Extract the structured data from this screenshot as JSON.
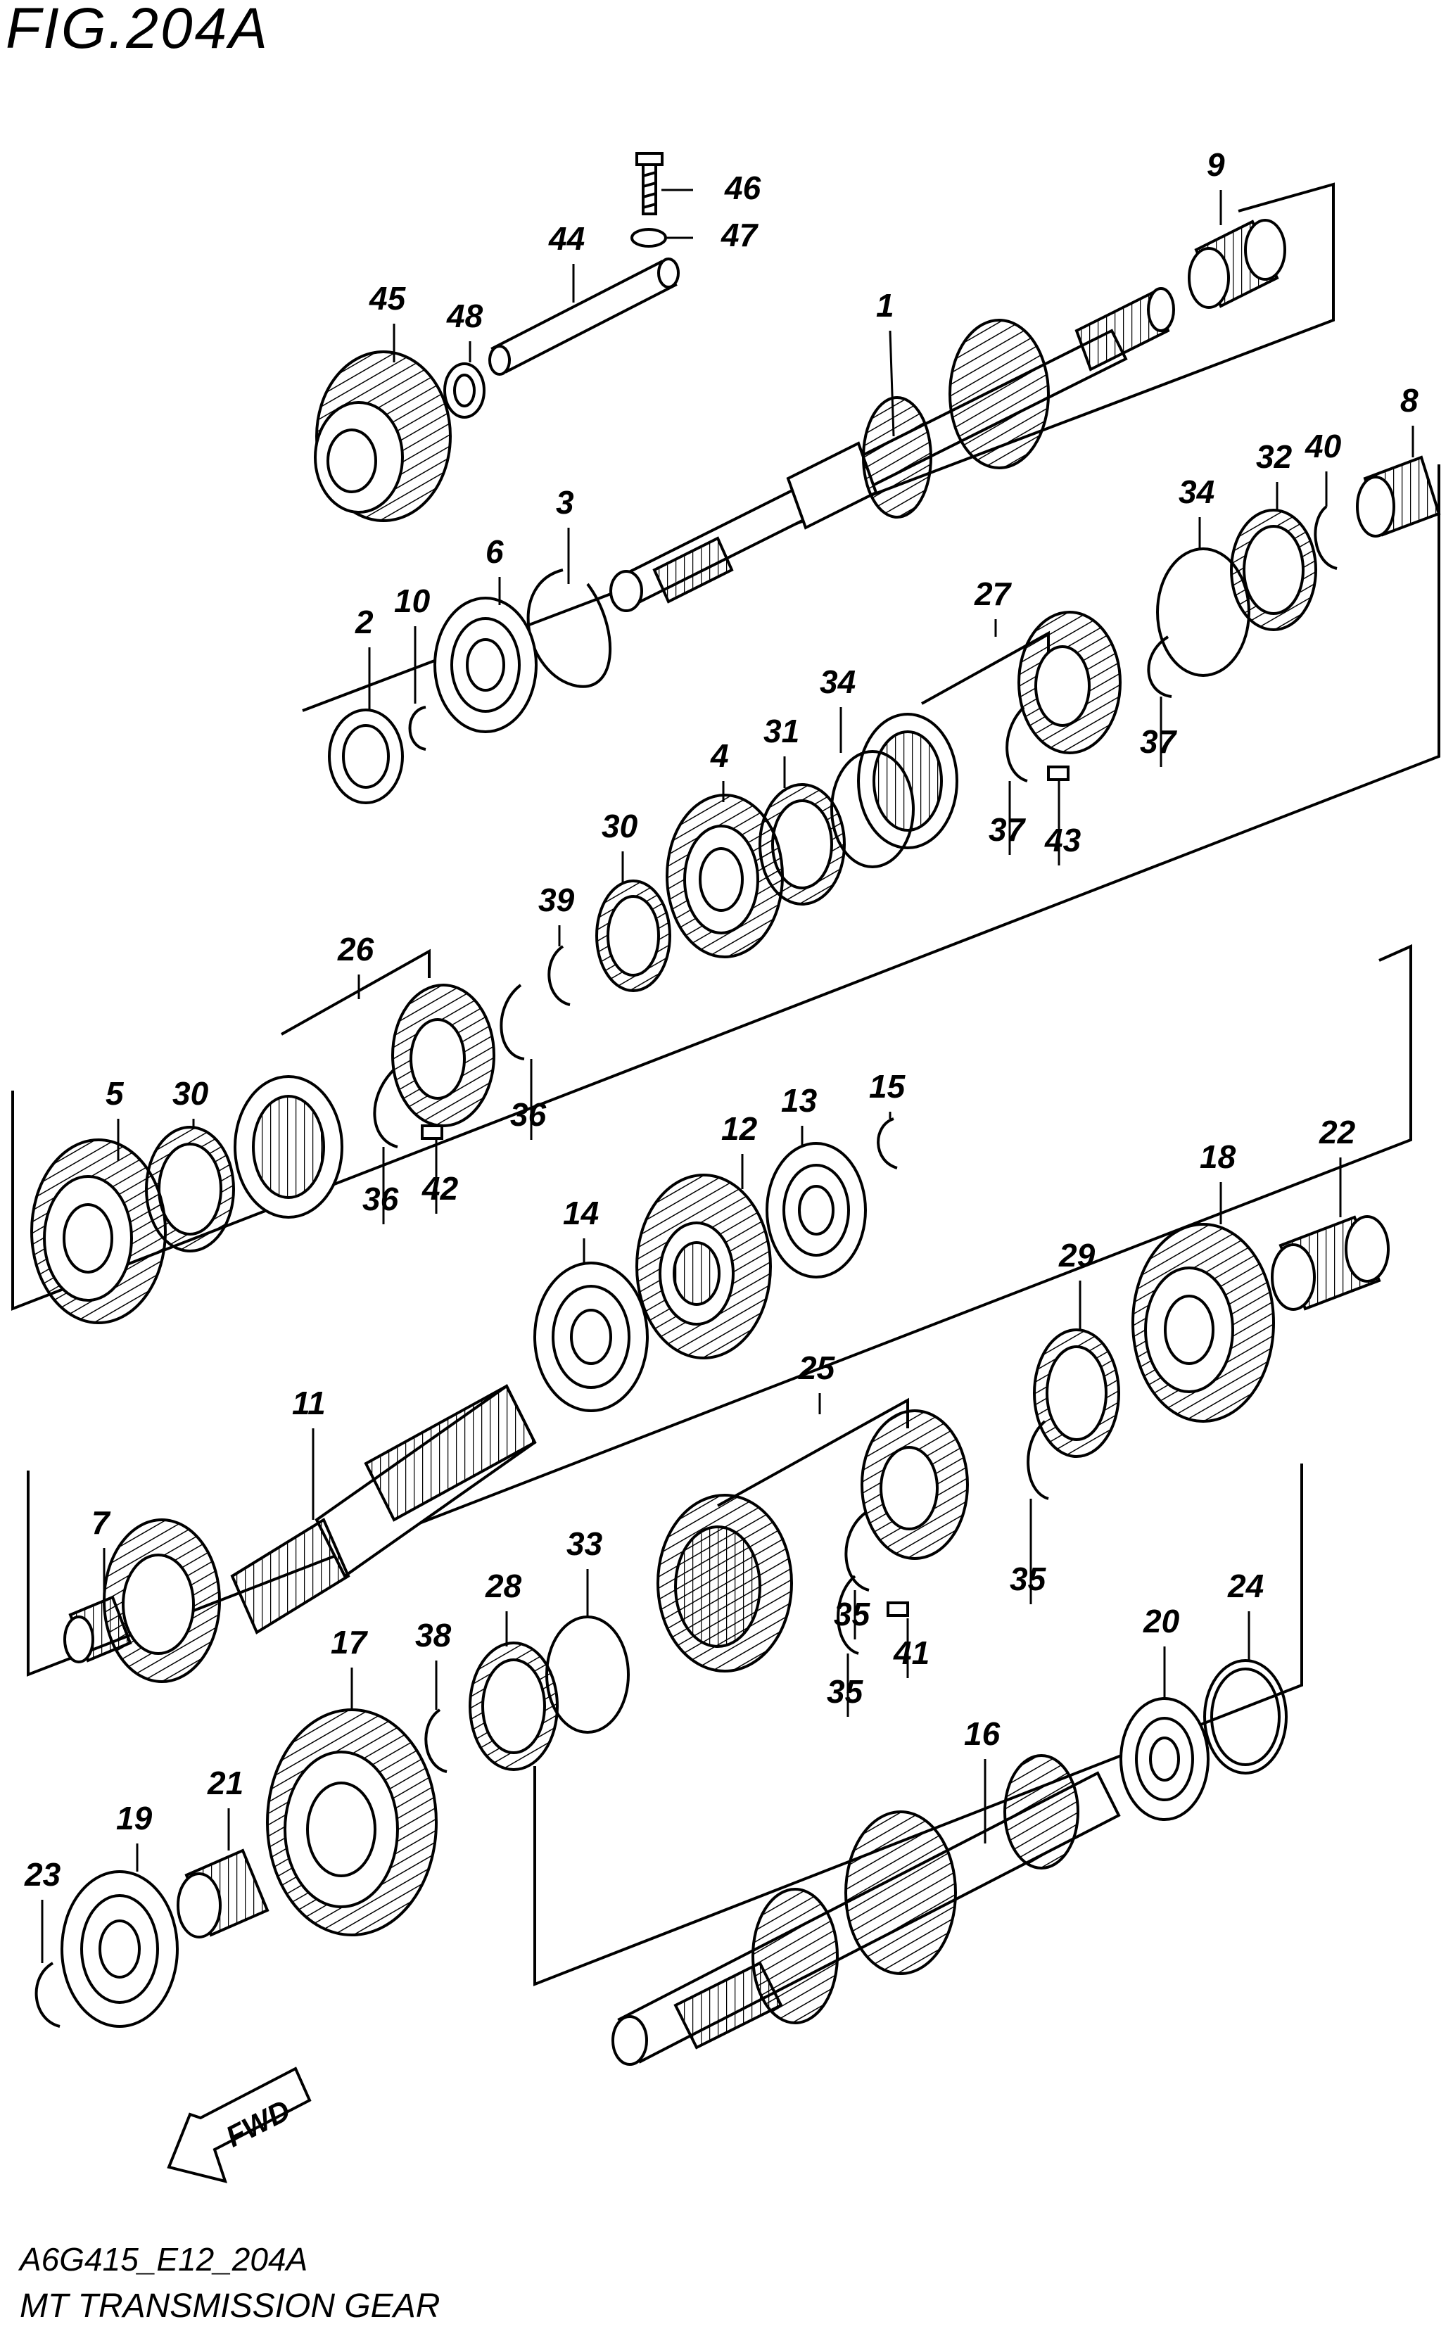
{
  "figure": {
    "title": "FIG.204A",
    "code": "A6G415_E12_204A",
    "caption": "MT TRANSMISSION GEAR",
    "direction_label": "FWD"
  },
  "callouts": [
    "1",
    "2",
    "3",
    "4",
    "5",
    "6",
    "7",
    "8",
    "9",
    "10",
    "11",
    "12",
    "13",
    "14",
    "15",
    "16",
    "17",
    "18",
    "19",
    "20",
    "21",
    "22",
    "23",
    "24",
    "25",
    "26",
    "27",
    "28",
    "29",
    "30",
    "30",
    "31",
    "32",
    "33",
    "34",
    "34",
    "35",
    "35",
    "35",
    "36",
    "36",
    "37",
    "37",
    "38",
    "39",
    "40",
    "41",
    "42",
    "43",
    "44",
    "45",
    "46",
    "47",
    "48"
  ]
}
